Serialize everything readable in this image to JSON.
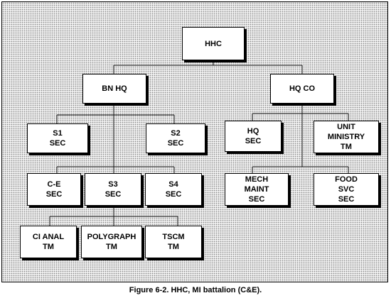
{
  "nodes": {
    "hhc": "HHC",
    "bn_hq": "BN HQ",
    "hq_co": "HQ CO",
    "s1_sec": "S1\nSEC",
    "s2_sec": "S2\nSEC",
    "hq_sec": "HQ\nSEC",
    "unit_ministry_tm": "UNIT\nMINISTRY\nTM",
    "ce_sec": "C-E\nSEC",
    "s3_sec": "S3\nSEC",
    "s4_sec": "S4\nSEC",
    "mech_maint_sec": "MECH\nMAINT\nSEC",
    "food_svc_sec": "FOOD\nSVC\nSEC",
    "ci_anal_tm": "CI ANAL\nTM",
    "polygraph_tm": "POLYGRAPH\nTM",
    "tscm_tm": "TSCM\nTM"
  },
  "caption": "Figure 6-2.  HHC, MI battalion (C&E)."
}
